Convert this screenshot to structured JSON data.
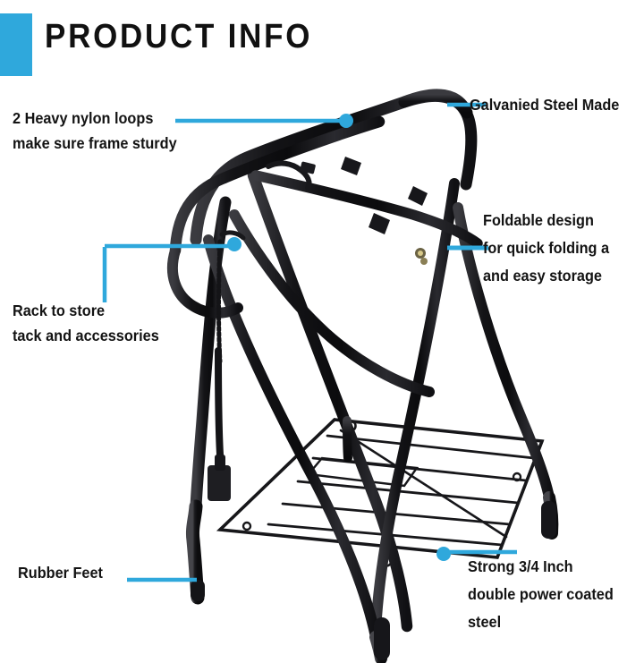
{
  "theme": {
    "accent": "#2FA8DC",
    "text": "#131313",
    "background": "#ffffff",
    "product_color": "#1c1c1e"
  },
  "header": {
    "title": "PRODUCT INFO",
    "accent_bar_name": "blue-accent-bar"
  },
  "product": {
    "name": "folding-saddle-rack",
    "alt": "Black powder coated folding saddle rack with wire bottom shelf"
  },
  "callouts": [
    {
      "id": "loops",
      "side": "left",
      "lines": [
        "2 Heavy nylon loops",
        "make sure frame sturdy"
      ],
      "connector": "straight-line-with-dot"
    },
    {
      "id": "galvanized",
      "side": "right",
      "lines": [
        "Galvanied Steel Made"
      ],
      "connector": "straight-line"
    },
    {
      "id": "foldable",
      "side": "right",
      "lines": [
        "Foldable design",
        "for quick folding a",
        "and easy storage"
      ],
      "connector": "straight-line"
    },
    {
      "id": "rack",
      "side": "left",
      "lines": [
        "Rack to store",
        "tack and accessories"
      ],
      "connector": "elbow-line-with-dot"
    },
    {
      "id": "feet",
      "side": "left",
      "lines": [
        "Rubber Feet"
      ],
      "connector": "straight-line"
    },
    {
      "id": "steel",
      "side": "right",
      "lines": [
        "Strong 3/4 Inch",
        "double power coated",
        "steel"
      ],
      "connector": "straight-line-with-dot"
    }
  ]
}
